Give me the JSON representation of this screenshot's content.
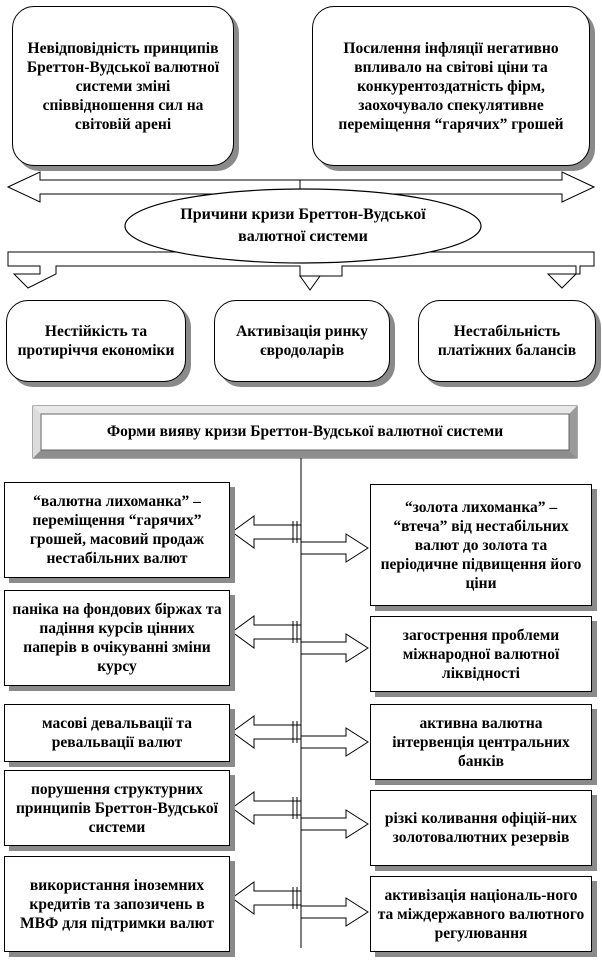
{
  "causes": {
    "center": "Причини кризи Бреттон-Вудської валютної системи",
    "top_left": "Невідповідність принципів Бреттон-Вудської валютної системи зміні співвідношення сил на світовій арені",
    "top_right": "Посилення інфляції негативно впливало на світові ціни та конкурентоздатність фірм, заохочувало спекулятивне переміщення “гарячих” грошей",
    "bottom_left": "Нестійкість та протиріччя економіки",
    "bottom_middle": "Активізація ринку євродоларів",
    "bottom_right": "Нестабільність платіжних балансів"
  },
  "forms": {
    "title": "Форми вияву кризи Бреттон-Вудської валютної системи",
    "left": [
      "“валютна лихоманка” – переміщення “гарячих” грошей, масовий продаж нестабільних валют",
      "паніка на фондових біржах та падіння курсів цінних паперів в очікуванні зміни курсу",
      "масові девальвації та ревальвації валют",
      "порушення структурних принципів Бреттон-Вудської системи",
      "використання іноземних кредитів та запозичень в МВФ для підтримки валют"
    ],
    "right": [
      "“золота лихоманка” – “втеча” від нестабільних валют до золота та періодичне підвищення його ціни",
      "загострення проблеми міжнародної валютної ліквідності",
      "активна валютна інтервенція центральних банків",
      "різкі коливання офіцій-них золотовалютних резервів",
      "активізація національ-ного та міждержавного валютного регулювання"
    ]
  }
}
